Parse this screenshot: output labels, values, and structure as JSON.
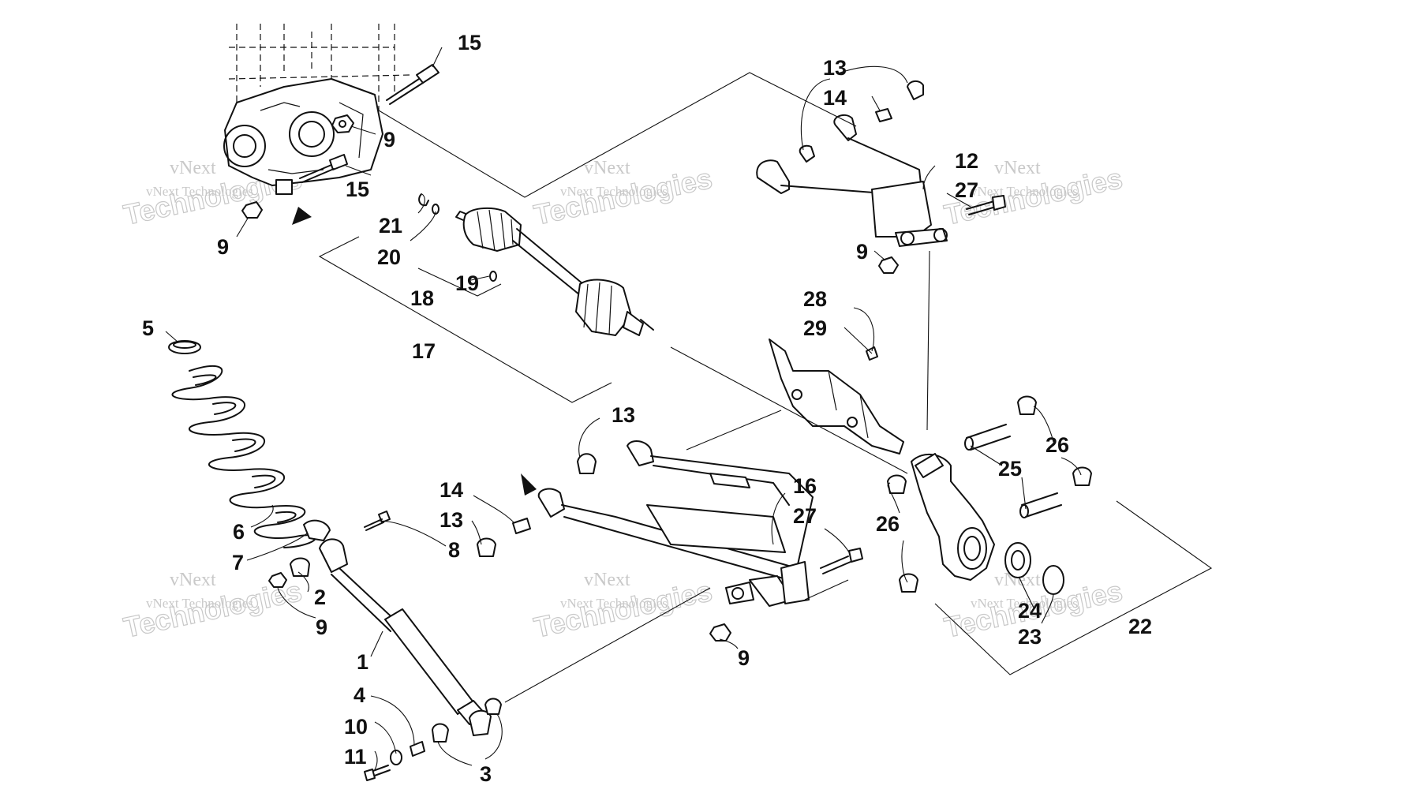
{
  "watermark": {
    "brand_short": "vNext",
    "brand_line": "vNext Technologies",
    "brand_big": "Technologies"
  },
  "callouts": {
    "c15a": "15",
    "c15b": "15",
    "c9a": "9",
    "c9b": "9",
    "c9c": "9",
    "c9d": "9",
    "c9e": "9",
    "c13a": "13",
    "c14a": "14",
    "c12": "12",
    "c27a": "27",
    "c21": "21",
    "c20": "20",
    "c19": "19",
    "c18": "18",
    "c17": "17",
    "c5": "5",
    "c6": "6",
    "c7": "7",
    "c8": "8",
    "c2": "2",
    "c1": "1",
    "c4": "4",
    "c10": "10",
    "c11": "11",
    "c3": "3",
    "c13b": "13",
    "c14b": "14",
    "c13c": "13",
    "c16": "16",
    "c27b": "27",
    "c28": "28",
    "c29": "29",
    "c26a": "26",
    "c25": "25",
    "c26b": "26",
    "c24": "24",
    "c23": "23",
    "c22": "22"
  }
}
